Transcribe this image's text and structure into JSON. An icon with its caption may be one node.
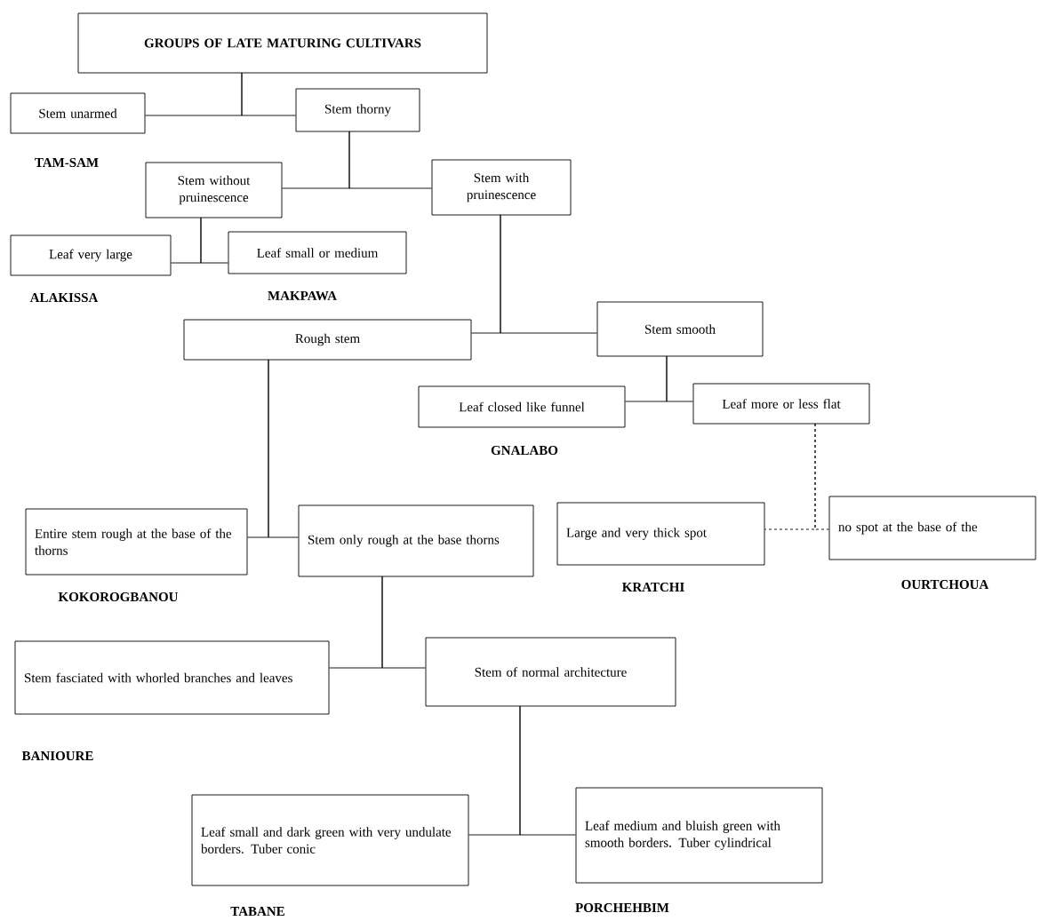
{
  "diagram": {
    "nodes": [
      {
        "text": [
          "GROUPS OF LATE MATURING CULTIVARS"
        ]
      },
      {
        "text": [
          "Stem unarmed"
        ],
        "beside": [
          "TAM-SAM"
        ]
      },
      {
        "text": [
          "Stem thorny"
        ]
      },
      {
        "text": [
          "Stem without pruinescence"
        ]
      },
      {
        "text": [
          "Stem with pruinescence"
        ]
      },
      {
        "text": [
          "Leaf very large"
        ],
        "beside": [
          "ALAKISSA"
        ]
      },
      {
        "text": [
          "Leaf small or medium"
        ],
        "beside": [
          "MAKPAWA"
        ]
      },
      {
        "text": [
          "Rough stem"
        ]
      },
      {
        "text": [
          "Stem smooth"
        ]
      },
      {
        "text": [
          "Leaf closed like funnel"
        ],
        "beside": [
          "GNALABO"
        ]
      },
      {
        "text": [
          "Leaf more or less flat"
        ]
      },
      {
        "text": [
          "Entire stem rough at the base of the thorns"
        ],
        "beside": [
          "KOKOROGBANOU"
        ]
      },
      {
        "text": [
          "Stem only rough at the base thorns"
        ]
      },
      {
        "text": [
          "Large and very thick spot"
        ],
        "beside": [
          "KRATCHI"
        ]
      },
      {
        "text": [
          "no spot at the base of the"
        ],
        "beside": [
          "OURTCHOUA"
        ]
      },
      {
        "text": [
          "Stem fasciated with whorled branches and leaves"
        ],
        "beside": [
          "BANIOURE"
        ]
      },
      {
        "text": [
          "Stem of normal architecture"
        ]
      },
      {
        "text": [
          "Leaf small and dark green with very undulate borders. Tuber conic"
        ],
        "beside": [
          "TABANE"
        ]
      },
      {
        "text": [
          "Leaf medium and bluish green with smooth borders. Tuber cylindrical"
        ],
        "beside": [
          "PORCHEHBIM"
        ]
      }
    ],
    "edges": [
      {
        "from": 0,
        "to": 1,
        "arrow": "none"
      },
      {
        "from": 0,
        "to": 2,
        "arrow": "none"
      },
      {
        "from": 2,
        "to": 3,
        "arrow": "none"
      },
      {
        "from": 2,
        "to": 4,
        "arrow": "none"
      },
      {
        "from": 3,
        "to": 5,
        "arrow": "none"
      },
      {
        "from": 3,
        "to": 6,
        "arrow": "none"
      },
      {
        "from": 4,
        "to": 7,
        "arrow": "none"
      },
      {
        "from": 4,
        "to": 8,
        "arrow": "none"
      },
      {
        "from": 7,
        "to": 11,
        "arrow": "none"
      },
      {
        "from": 7,
        "to": 12,
        "arrow": "none"
      },
      {
        "from": 8,
        "to": 9,
        "arrow": "none"
      },
      {
        "from": 8,
        "to": 10,
        "arrow": "none"
      },
      {
        "from": 10,
        "to": 13,
        "arrow": "none",
        "style": "dashed"
      },
      {
        "from": 10,
        "to": 14,
        "arrow": "none",
        "style": "dashed"
      },
      {
        "from": 12,
        "to": 15,
        "arrow": "none"
      },
      {
        "from": 12,
        "to": 16,
        "arrow": "none"
      },
      {
        "from": 16,
        "to": 17,
        "arrow": "none"
      },
      {
        "from": 16,
        "to": 18,
        "arrow": "none"
      }
    ]
  }
}
